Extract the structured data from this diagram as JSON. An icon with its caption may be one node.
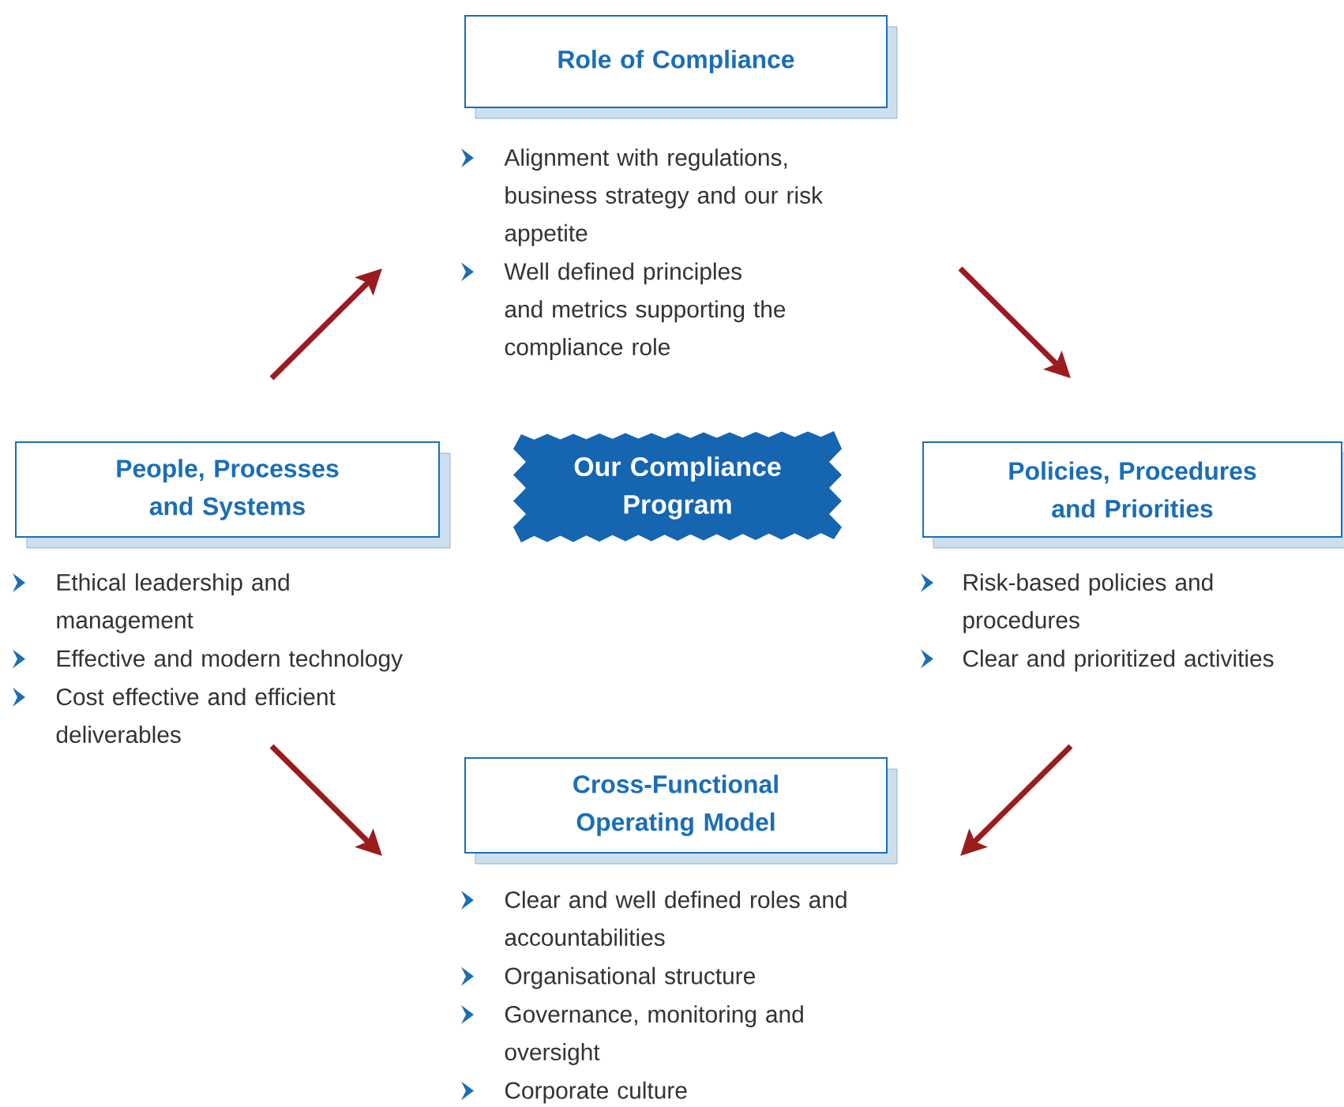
{
  "diagram": {
    "nodes": [
      {
        "text": [
          "Role of Compliance",
          "Alignment with regulations, business strategy and our risk appetite",
          "Well defined principles and metrics supporting the compliance role"
        ]
      },
      {
        "text": [
          "Our Compliance Program"
        ]
      },
      {
        "text": [
          "People, Processes and Systems",
          "Ethical leadership and management",
          "Effective and modern technology",
          "Cost effective and efficient deliverables"
        ]
      },
      {
        "text": [
          "Policies, Procedures and Priorities",
          "Risk-based policies and procedures",
          "Clear and  prioritized activities"
        ]
      },
      {
        "text": [
          "Cross-Functional Operating Model",
          "Clear and well defined roles and accountabilities",
          "Organisational structure",
          "Governance, monitoring and oversight",
          "Corporate culture"
        ]
      }
    ],
    "edges": [
      {
        "from": 2,
        "to": 0,
        "arrow": "to"
      },
      {
        "from": 0,
        "to": 3,
        "arrow": "to"
      },
      {
        "from": 3,
        "to": 4,
        "arrow": "to"
      },
      {
        "from": 2,
        "to": 4,
        "arrow": "to"
      }
    ]
  }
}
